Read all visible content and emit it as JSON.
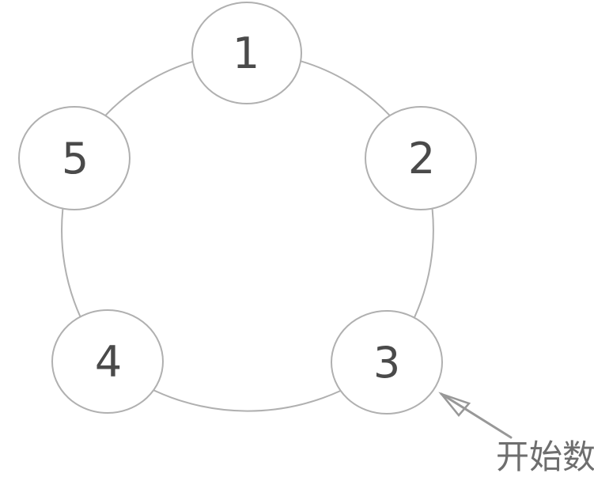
{
  "diagram": {
    "nodes": [
      {
        "label": "1"
      },
      {
        "label": "2"
      },
      {
        "label": "3"
      },
      {
        "label": "4"
      },
      {
        "label": "5"
      }
    ],
    "annotation": {
      "label": "开始数",
      "points_to_node": "3"
    },
    "colors": {
      "ring_stroke": "#b0b0b0",
      "node_fill": "#ffffff",
      "node_number": "#4a4a4a",
      "arrow": "#989898",
      "annotation_text": "#6e6e6e",
      "background": "#ffffff"
    }
  }
}
